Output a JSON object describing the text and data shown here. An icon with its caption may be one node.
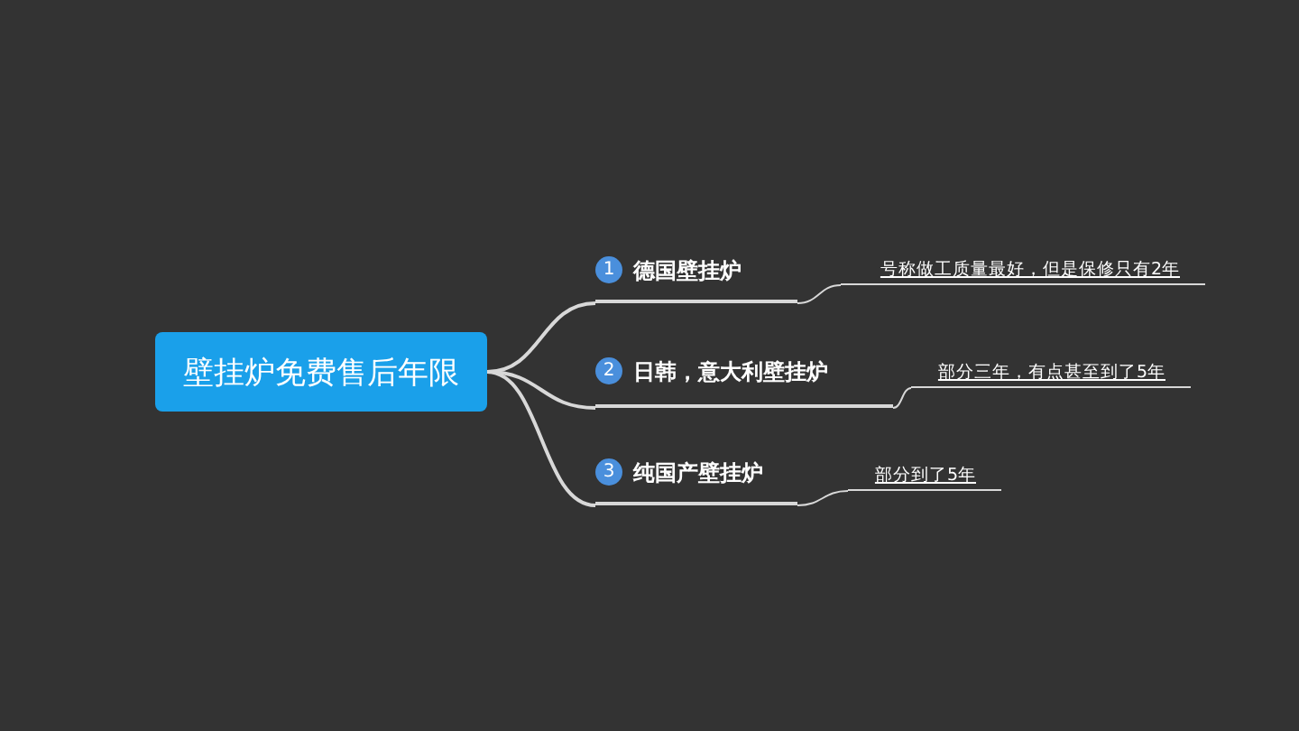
{
  "diagram": {
    "nodes": [
      {
        "text": [
          "壁挂炉免费售后年限"
        ]
      },
      {
        "text": [
          "1",
          "德国壁挂炉"
        ]
      },
      {
        "text": [
          "2",
          "日韩，意大利壁挂炉"
        ]
      },
      {
        "text": [
          "3",
          "纯国产壁挂炉"
        ]
      },
      {
        "text": [
          "号称做工质量最好，但是保修只有2年"
        ]
      },
      {
        "text": [
          "部分三年，有点甚至到了5年"
        ]
      },
      {
        "text": [
          "部分到了5年"
        ]
      }
    ],
    "edges": [
      {
        "from": 0,
        "to": 1,
        "arrow": "none"
      },
      {
        "from": 0,
        "to": 2,
        "arrow": "none"
      },
      {
        "from": 0,
        "to": 3,
        "arrow": "none"
      },
      {
        "from": 1,
        "to": 4,
        "arrow": "none"
      },
      {
        "from": 2,
        "to": 5,
        "arrow": "none"
      },
      {
        "from": 3,
        "to": 6,
        "arrow": "none"
      }
    ]
  }
}
